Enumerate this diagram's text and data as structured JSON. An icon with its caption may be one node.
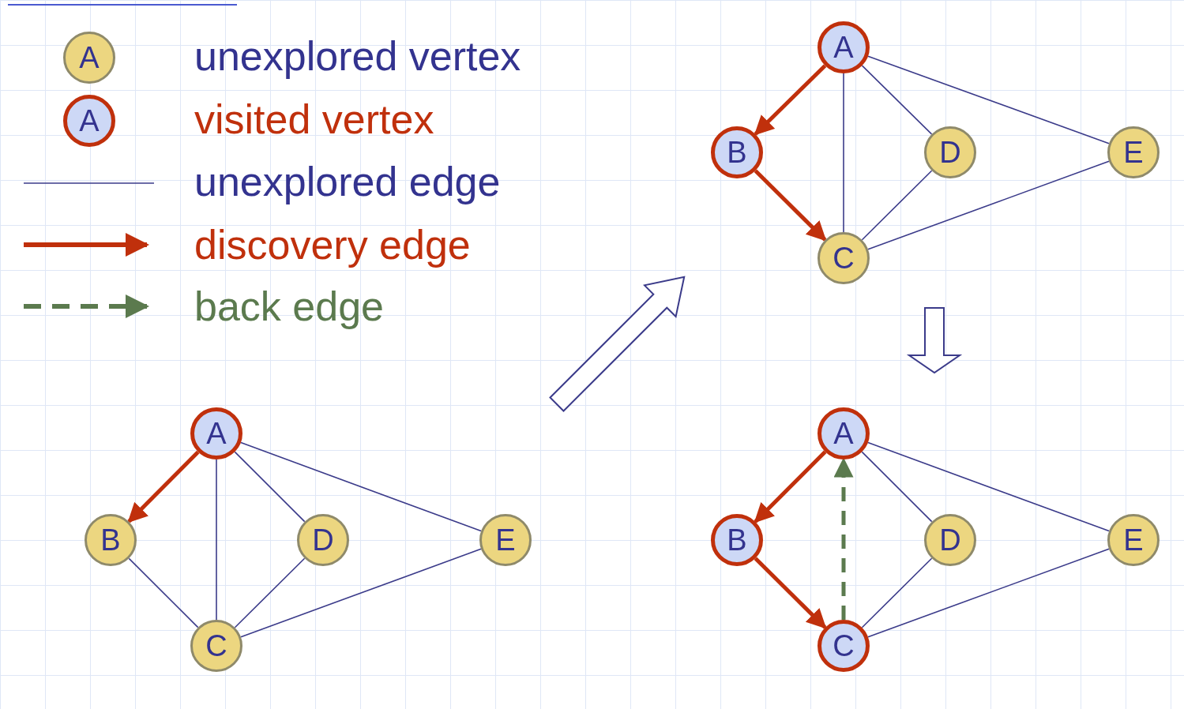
{
  "diagram": {
    "nodes": [
      {
        "text": [
          "A"
        ]
      },
      {
        "text": [
          "A"
        ]
      },
      {
        "text": [
          "A"
        ]
      },
      {
        "text": [
          "B"
        ]
      },
      {
        "text": [
          "D"
        ]
      },
      {
        "text": [
          "E"
        ]
      },
      {
        "text": [
          "C"
        ]
      },
      {
        "text": [
          "A"
        ]
      },
      {
        "text": [
          "B"
        ]
      },
      {
        "text": [
          "D"
        ]
      },
      {
        "text": [
          "E"
        ]
      },
      {
        "text": [
          "C"
        ]
      },
      {
        "text": [
          "A"
        ]
      },
      {
        "text": [
          "B"
        ]
      },
      {
        "text": [
          "D"
        ]
      },
      {
        "text": [
          "E"
        ]
      },
      {
        "text": [
          "C"
        ]
      }
    ],
    "edges": [
      {
        "from": 2,
        "to": 3,
        "arrow": "to",
        "style": "thick",
        "color": "#c0300c"
      },
      {
        "from": 2,
        "to": 6,
        "arrow": "none"
      },
      {
        "from": 2,
        "to": 4,
        "arrow": "none"
      },
      {
        "from": 2,
        "to": 5,
        "arrow": "none"
      },
      {
        "from": 3,
        "to": 6,
        "arrow": "none"
      },
      {
        "from": 6,
        "to": 4,
        "arrow": "none"
      },
      {
        "from": 6,
        "to": 5,
        "arrow": "none"
      },
      {
        "from": 7,
        "to": 8,
        "arrow": "to",
        "style": "thick",
        "color": "#c0300c"
      },
      {
        "from": 8,
        "to": 11,
        "arrow": "to",
        "style": "thick",
        "color": "#c0300c"
      },
      {
        "from": 7,
        "to": 11,
        "arrow": "none"
      },
      {
        "from": 7,
        "to": 9,
        "arrow": "none"
      },
      {
        "from": 7,
        "to": 10,
        "arrow": "none"
      },
      {
        "from": 11,
        "to": 9,
        "arrow": "none"
      },
      {
        "from": 11,
        "to": 10,
        "arrow": "none"
      },
      {
        "from": 12,
        "to": 13,
        "arrow": "to",
        "style": "thick",
        "color": "#c0300c"
      },
      {
        "from": 13,
        "to": 16,
        "arrow": "to",
        "style": "thick",
        "color": "#c0300c"
      },
      {
        "from": 16,
        "to": 12,
        "arrow": "to",
        "style": "dashed",
        "color": "#5b7a4e"
      },
      {
        "from": 12,
        "to": 14,
        "arrow": "none"
      },
      {
        "from": 12,
        "to": 15,
        "arrow": "none"
      },
      {
        "from": 16,
        "to": 14,
        "arrow": "none"
      },
      {
        "from": 16,
        "to": 15,
        "arrow": "none"
      }
    ],
    "legend": [
      {
        "text": "unexplored vertex"
      },
      {
        "text": "visited vertex"
      },
      {
        "text": "unexplored edge"
      },
      {
        "text": "discovery edge"
      },
      {
        "text": "back edge"
      }
    ]
  }
}
